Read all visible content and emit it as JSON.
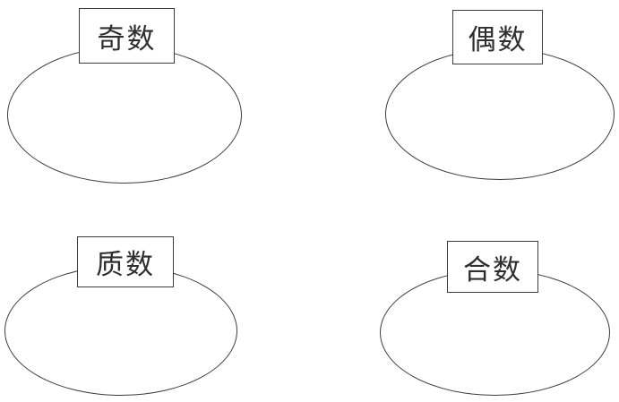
{
  "diagram": {
    "type": "classification-sets",
    "colors": {
      "line": "#3c3c3c",
      "background": "#ffffff",
      "text": "#2e2e2e"
    },
    "sets": [
      {
        "id": "odd",
        "label": "奇数",
        "position": "top-left"
      },
      {
        "id": "even",
        "label": "偶数",
        "position": "top-right"
      },
      {
        "id": "prime",
        "label": "质数",
        "position": "bottom-left"
      },
      {
        "id": "composite",
        "label": "合数",
        "position": "bottom-right"
      }
    ]
  }
}
